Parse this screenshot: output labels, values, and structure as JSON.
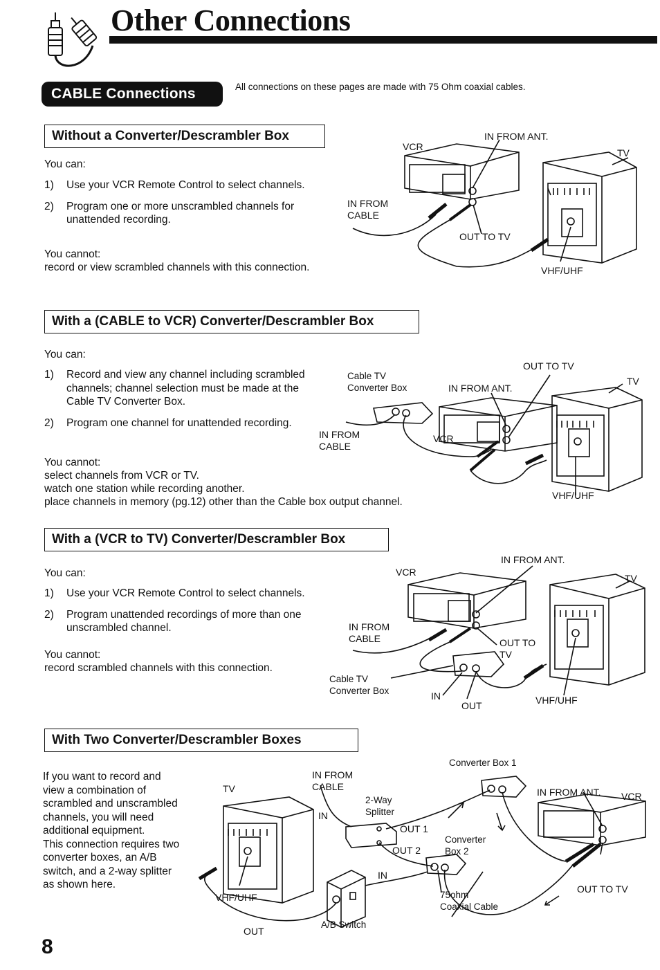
{
  "header": {
    "title": "Other Connections",
    "badge": "CABLE Connections",
    "note": "All connections on these pages are made with 75 Ohm coaxial cables."
  },
  "sections": [
    {
      "heading": "Without a Converter/Descrambler Box",
      "can_label": "You can:",
      "can": [
        {
          "num": "1)",
          "text": "Use your VCR Remote Control to select channels."
        },
        {
          "num": "2)",
          "text": "Program one or more unscrambled channels for unattended recording."
        }
      ],
      "cannot_label": "You cannot:",
      "cannot": [
        "record or view scrambled channels with this connection."
      ],
      "diagram": {
        "vcr": "VCR",
        "tv": "TV",
        "in_from_ant": "IN FROM ANT.",
        "in_from_cable": "IN FROM\nCABLE",
        "out_to_tv": "OUT TO TV",
        "vhf_uhf": "VHF/UHF"
      }
    },
    {
      "heading": "With a (CABLE to VCR) Converter/Descrambler Box",
      "can_label": "You can:",
      "can": [
        {
          "num": "1)",
          "text": "Record and view any channel including scrambled channels; channel selection must be made at the Cable TV Converter Box."
        },
        {
          "num": "2)",
          "text": "Program one channel for unattended recording."
        }
      ],
      "cannot_label": "You cannot:",
      "cannot": [
        "select channels from VCR or TV.",
        "watch one station while recording another.",
        "place channels in memory (pg.12) other than the Cable box output channel."
      ],
      "diagram": {
        "cable_tv_box": "Cable TV\nConverter Box",
        "in_from_ant": "IN FROM ANT.",
        "out_to_tv": "OUT TO TV",
        "tv": "TV",
        "in_from_cable": "IN FROM\nCABLE",
        "vcr": "VCR",
        "vhf_uhf": "VHF/UHF"
      }
    },
    {
      "heading": "With a (VCR to TV) Converter/Descrambler Box",
      "can_label": "You can:",
      "can": [
        {
          "num": "1)",
          "text": "Use your VCR Remote Control to select channels."
        },
        {
          "num": "2)",
          "text": "Program unattended recordings of more than one unscrambled channel."
        }
      ],
      "cannot_label": "You cannot:",
      "cannot": [
        "record scrambled channels with this connection."
      ],
      "diagram": {
        "in_from_ant": "IN FROM ANT.",
        "vcr": "VCR",
        "tv": "TV",
        "in_from_cable": "IN FROM\nCABLE",
        "out_to_tv": "OUT TO\nTV",
        "cable_tv_box": "Cable TV\nConverter Box",
        "in": "IN",
        "out": "OUT",
        "vhf_uhf": "VHF/UHF"
      }
    },
    {
      "heading": "With Two Converter/Descrambler Boxes",
      "paragraph": "If you want to record and view a combination of scrambled and unscrambled channels, you will need additional equipment.\nThis connection requires two converter boxes, an A/B switch, and a 2-way splitter as shown here.",
      "diagram": {
        "converter_box_1": "Converter Box 1",
        "in_from_cable": "IN FROM\nCABLE",
        "tv": "TV",
        "in": "IN",
        "splitter": "2-Way\nSplitter",
        "out1": "OUT 1",
        "out2": "OUT 2",
        "converter_box_2": "Converter\nBox 2",
        "in_from_ant": "IN FROM ANT.",
        "vcr": "VCR",
        "in2": "IN",
        "coax": "75ohm\nCoaxial Cable",
        "out_to_tv": "OUT TO TV",
        "vhf_uhf": "VHF/UHF",
        "ab_switch": "A/B Switch",
        "out": "OUT"
      }
    }
  ],
  "page_number": "8"
}
